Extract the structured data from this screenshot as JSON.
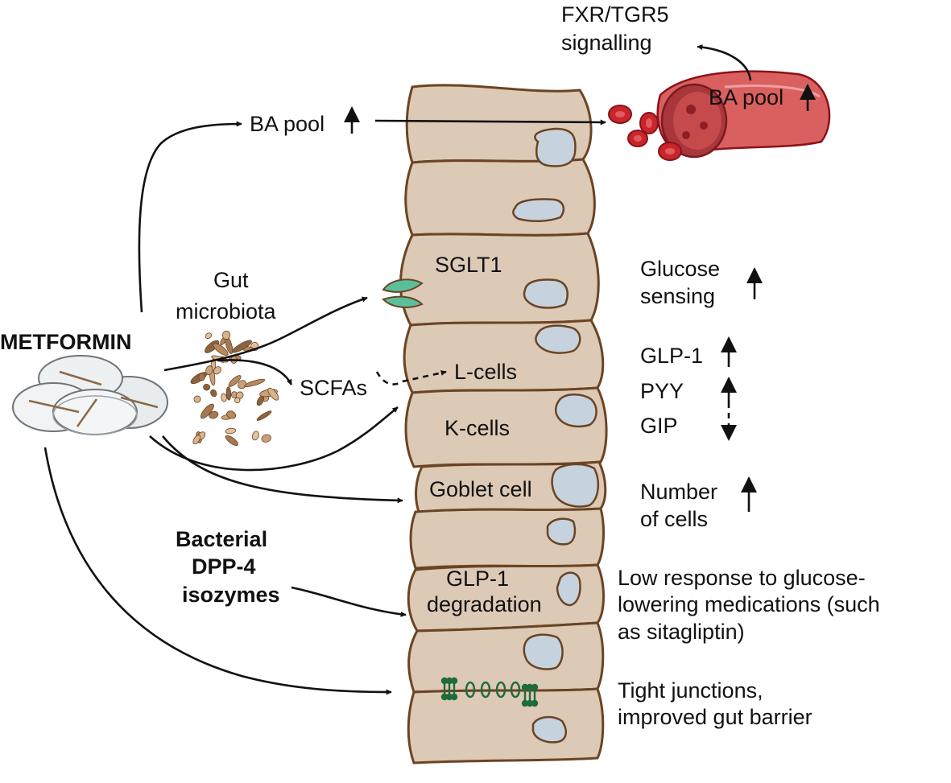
{
  "labels": {
    "metformin": "METFORMIN",
    "ba_pool_left": "BA pool",
    "ba_pool_vessel": "BA pool",
    "fxr_line1": "FXR/TGR5",
    "fxr_line2": "signalling",
    "gut_line1": "Gut",
    "gut_line2": "microbiota",
    "sglt1": "SGLT1",
    "scfas": "SCFAs",
    "l_cells": "L-cells",
    "k_cells": "K-cells",
    "goblet": "Goblet cell",
    "glp1_deg_line1": "GLP-1",
    "glp1_deg_line2": "degradation",
    "bacterial_line1": "Bacterial",
    "bacterial_line2": "DPP-4",
    "bacterial_line3": "isozymes",
    "glucose_line1": "Glucose",
    "glucose_line2": "sensing",
    "glp1": "GLP-1",
    "pyy": "PYY",
    "gip": "GIP",
    "number_line1": "Number",
    "number_line2": "of cells",
    "low_line1": "Low response to glucose-",
    "low_line2": "lowering medications (such",
    "low_line3": "as sitagliptin)",
    "tight_line1": "Tight junctions,",
    "tight_line2": "improved gut barrier"
  },
  "effects": [
    {
      "target": "BA pool",
      "direction": "up"
    },
    {
      "target": "Glucose sensing",
      "direction": "up"
    },
    {
      "target": "GLP-1",
      "direction": "up"
    },
    {
      "target": "PYY",
      "direction": "up"
    },
    {
      "target": "GIP",
      "direction": "down"
    },
    {
      "target": "Number of cells",
      "direction": "up"
    }
  ],
  "colors": {
    "cell_fill": "#dcc9b6",
    "cell_outline": "#6b4423",
    "nucleus": "#c6d2de",
    "sglt1_transporter": "#5bbf9a",
    "tight_junction": "#1f6b3a",
    "blood_vessel": "#d9605f",
    "red_blood_cell": "#c8262b"
  }
}
